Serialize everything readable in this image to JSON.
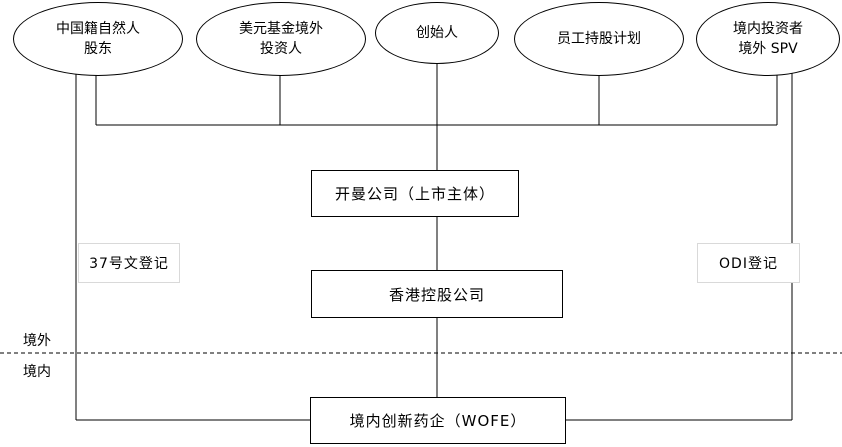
{
  "shareholders": [
    {
      "line1": "中国籍自然人",
      "line2": "股东"
    },
    {
      "line1": "美元基金境外",
      "line2": "投资人"
    },
    {
      "line1": "创始人",
      "line2": ""
    },
    {
      "line1": "员工持股计划",
      "line2": ""
    },
    {
      "line1": "境内投资者",
      "line2": "境外 SPV"
    }
  ],
  "entities": {
    "listed": "开曼公司（上市主体）",
    "hk": "香港控股公司",
    "wofe": "境内创新药企（WOFE）"
  },
  "registrations": {
    "left": "37号文登记",
    "right": "ODI登记"
  },
  "regions": {
    "offshore": "境外",
    "onshore": "境内"
  }
}
